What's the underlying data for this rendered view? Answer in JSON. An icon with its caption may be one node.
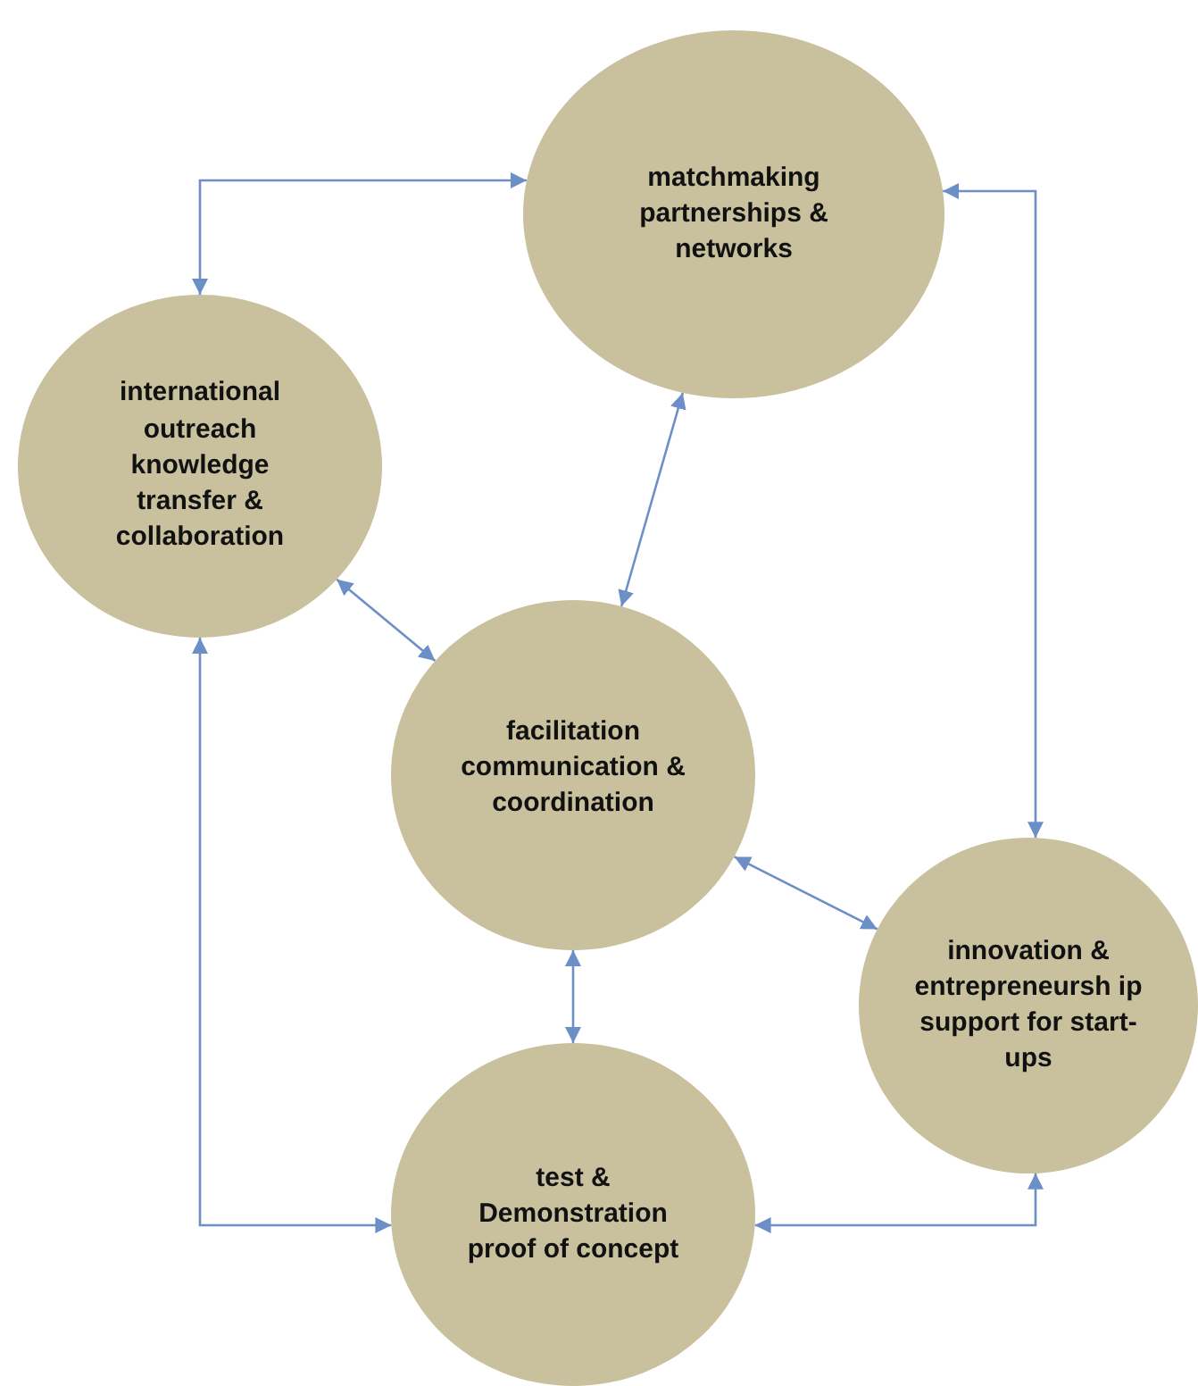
{
  "diagram": {
    "nodes": [
      {
        "text": [
          "matchmaking partnerships & networks"
        ]
      },
      {
        "text": [
          "international outreach knowledge transfer & collaboration"
        ]
      },
      {
        "text": [
          "facilitation communication & coordination"
        ]
      },
      {
        "text": [
          "innovation & entrepreneursh ip support for start-ups"
        ]
      },
      {
        "text": [
          "test & Demonstration proof of concept"
        ]
      }
    ],
    "edges": [
      {
        "from": 0,
        "to": 1,
        "arrow": "both"
      },
      {
        "from": 0,
        "to": 3,
        "arrow": "both"
      },
      {
        "from": 0,
        "to": 2,
        "arrow": "both"
      },
      {
        "from": 1,
        "to": 2,
        "arrow": "both"
      },
      {
        "from": 2,
        "to": 3,
        "arrow": "both"
      },
      {
        "from": 2,
        "to": 4,
        "arrow": "both"
      },
      {
        "from": 1,
        "to": 4,
        "arrow": "both"
      },
      {
        "from": 4,
        "to": 3,
        "arrow": "both"
      }
    ]
  }
}
